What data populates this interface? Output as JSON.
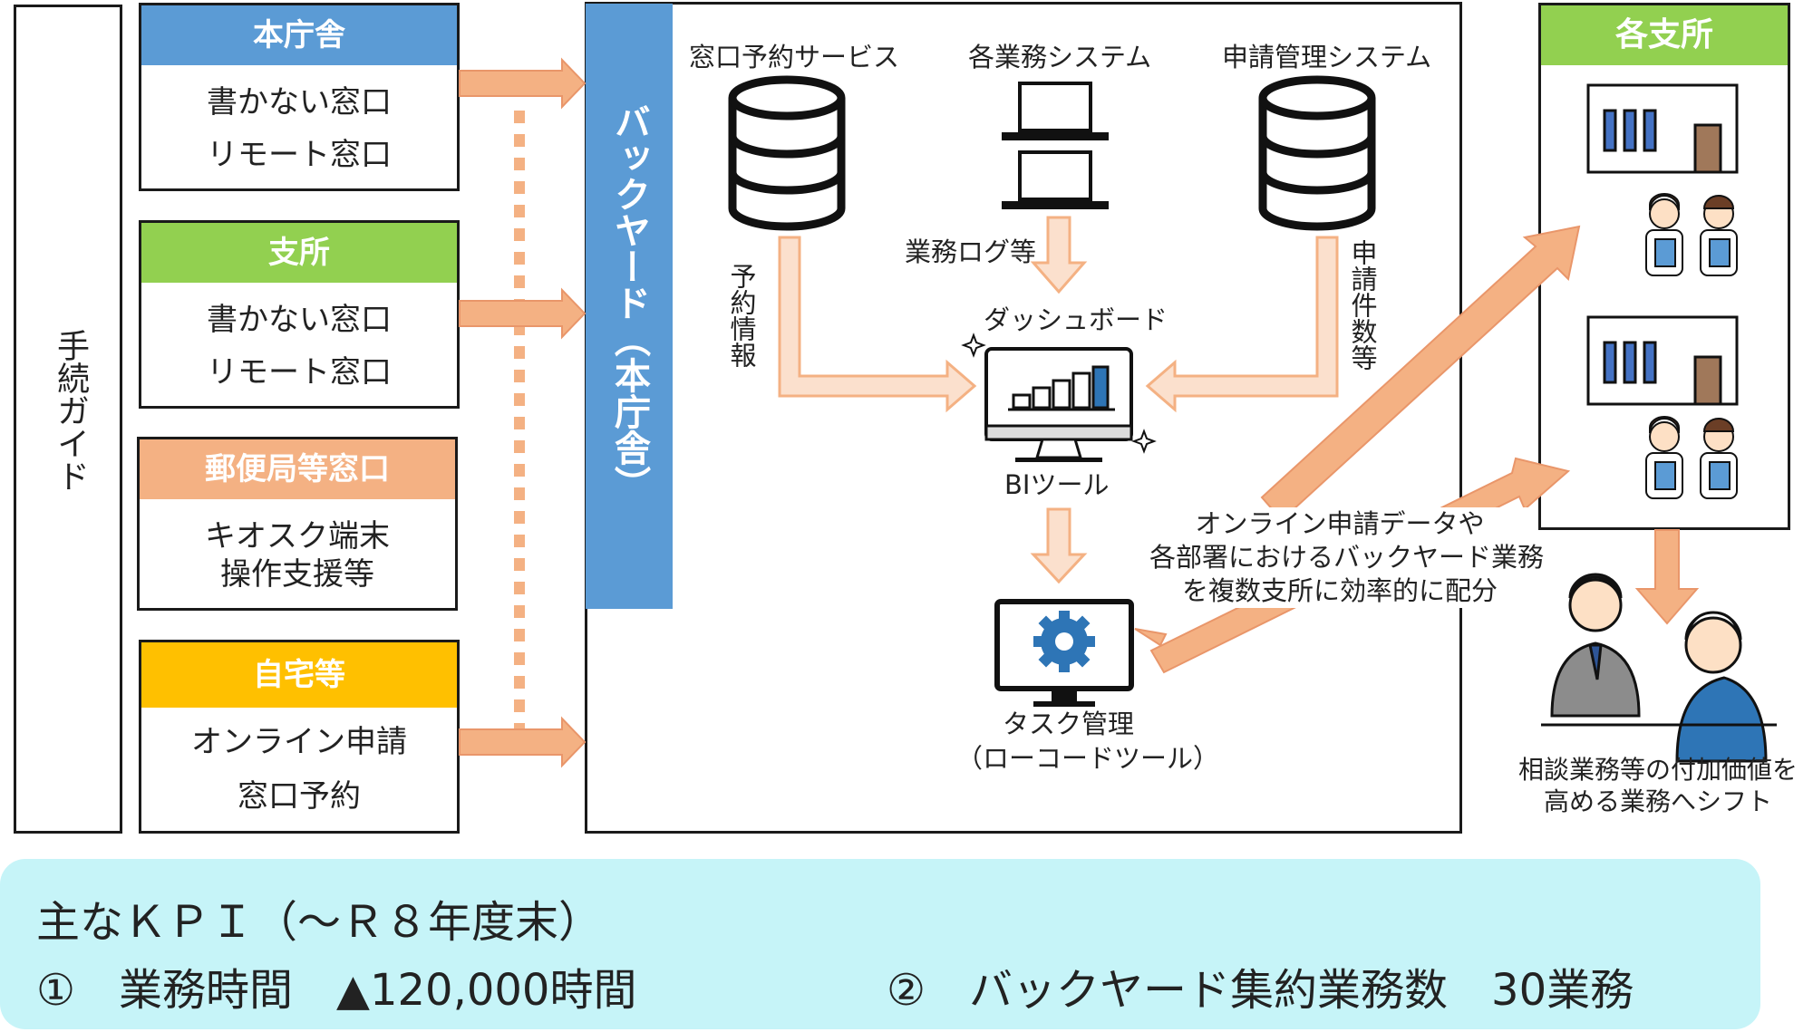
{
  "guide": {
    "label": "手続ガイド"
  },
  "channels": [
    {
      "header": "本庁舎",
      "lines": [
        "書かない窓口",
        "リモート窓口"
      ],
      "color": "#5b9bd5"
    },
    {
      "header": "支所",
      "lines": [
        "書かない窓口",
        "リモート窓口"
      ],
      "color": "#92d050"
    },
    {
      "header": "郵便局等窓口",
      "lines": [
        "キオスク端末",
        "操作支援等"
      ],
      "color": "#f4b183"
    },
    {
      "header": "自宅等",
      "lines": [
        "オンライン申請",
        "窓口予約"
      ],
      "color": "#ffc000"
    }
  ],
  "backyard": {
    "label": "バックヤード（本庁舎）",
    "color": "#5b9bd5"
  },
  "systems": {
    "reservation": "窓口予約サービス",
    "business": "各業務システム",
    "application": "申請管理システム"
  },
  "flows": {
    "reservation_info": "予約情報",
    "business_log": "業務ログ等",
    "application_count": "申請件数等"
  },
  "dashboard": {
    "label": "ダッシュボード",
    "tool": "BIツール"
  },
  "task": {
    "line1": "タスク管理",
    "line2": "（ローコードツール）"
  },
  "distribution": [
    "オンライン申請データや",
    "各部署におけるバックヤード業務",
    "を複数支所に効率的に配分"
  ],
  "branches": {
    "header": "各支所",
    "color": "#92d050"
  },
  "shift": [
    "相談業務等の付加価値を",
    "高める業務へシフト"
  ],
  "kpi": {
    "title": "主なＫＰＩ（～Ｒ８年度末）",
    "item1": "①　業務時間　▲120,000時間",
    "item2": "②　バックヤード集約業務数　30業務",
    "bg": "#c6f4f8"
  },
  "colors": {
    "arrow": "#f4b183",
    "arrow_dark": "#e9966a",
    "dotted": "#f4b183",
    "chart": "#2e75b6"
  }
}
